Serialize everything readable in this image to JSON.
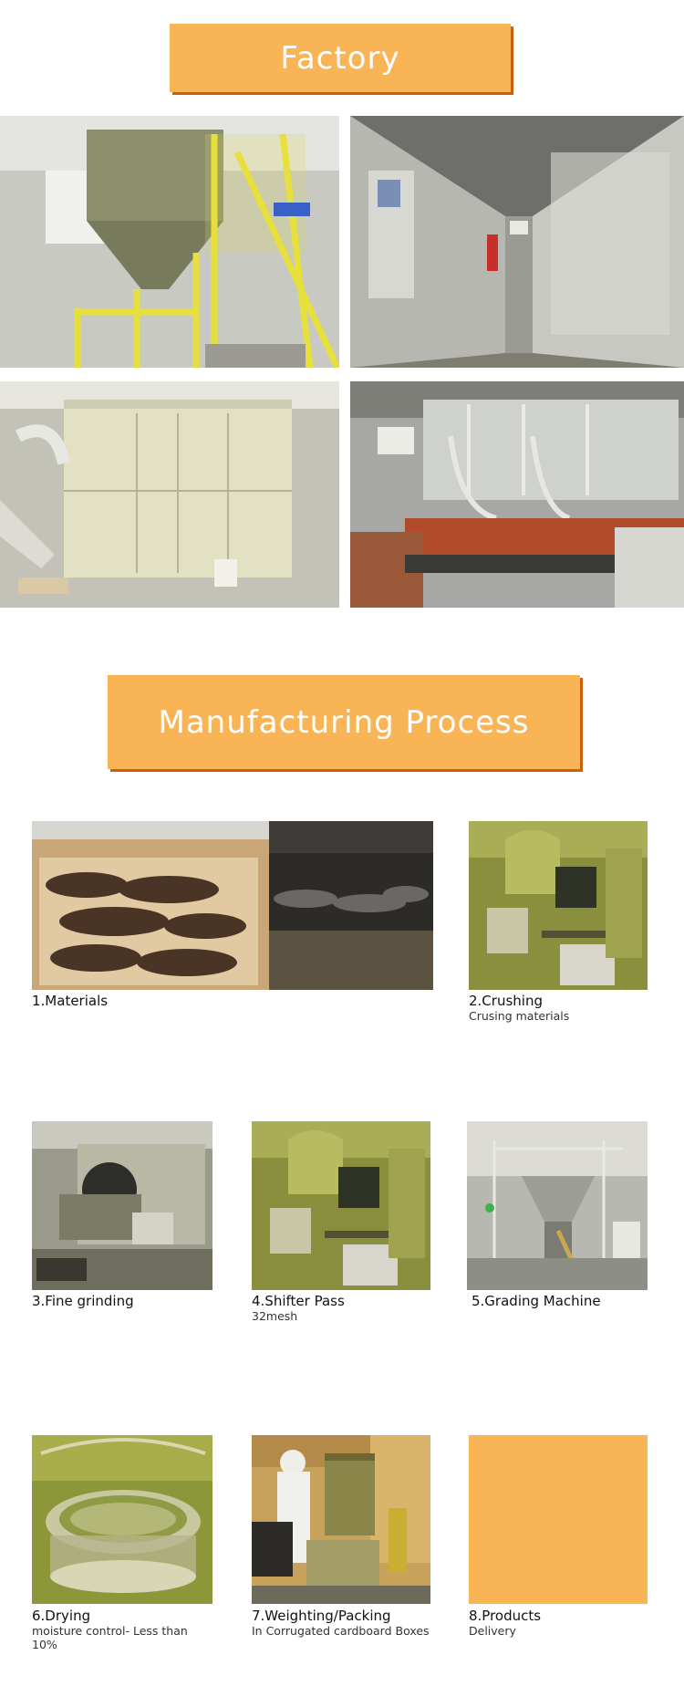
{
  "sections": {
    "factory_title": "Factory",
    "process_title": "Manufacturing Process"
  },
  "factory_photos": [
    {
      "name": "bagging-machine-photo"
    },
    {
      "name": "dryer-corridor-photo"
    },
    {
      "name": "drying-machine-photo"
    },
    {
      "name": "conveyor-dryer-photo"
    }
  ],
  "steps": [
    {
      "title": "1.Materials",
      "subtitle": ""
    },
    {
      "title": "2.Crushing",
      "subtitle": "Crusing materials"
    },
    {
      "title": "3.Fine grinding",
      "subtitle": ""
    },
    {
      "title": "4.Shifter Pass",
      "subtitle": "32mesh"
    },
    {
      "title": "5.Grading Machine",
      "subtitle": ""
    },
    {
      "title": "6.Drying",
      "subtitle": "moisture control- Less than 10%"
    },
    {
      "title": "7.Weighting/Packing",
      "subtitle": "In Corrugated cardboard Boxes"
    },
    {
      "title": "8.Products",
      "subtitle": "Delivery"
    }
  ],
  "colors": {
    "banner": "#f8b455",
    "banner_shadow": "#c9600f",
    "swatch": "#f8b455"
  }
}
